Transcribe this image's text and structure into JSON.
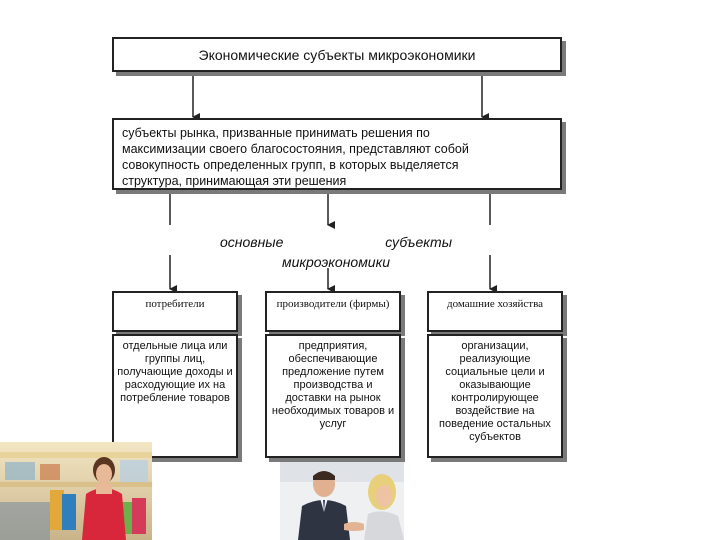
{
  "title": "Экономические субъекты микроэкономики",
  "definition": {
    "lines": [
      "субъекты рынка, призванные принимать решения по",
      "максимизации своего благосостояния, представляют собой",
      "совокупность определенных групп, в которых выделяется",
      "структура, принимающая эти решения"
    ]
  },
  "subtitle": {
    "word1": "основные",
    "word2": "субъекты",
    "word3": "микроэкономики"
  },
  "categories": [
    {
      "heading": "потребители",
      "description": "отдельные лица или группы лиц, получающие доходы и расходующие их на потребление товаров"
    },
    {
      "heading": "производители (фирмы)",
      "description": "предприятия, обеспечивающие предложение путем производства и доставки на рынок необходимых товаров и услуг"
    },
    {
      "heading": "домашние хозяйства",
      "description": "организации, реализующие социальные цели и оказывающие контролирующее воздействие на поведение остальных субъектов"
    }
  ],
  "colors": {
    "border": "#222222",
    "shadow": "#7a7a7a",
    "background": "#ffffff"
  },
  "images": [
    "shopping-woman-photo",
    "business-handshake-photo"
  ]
}
